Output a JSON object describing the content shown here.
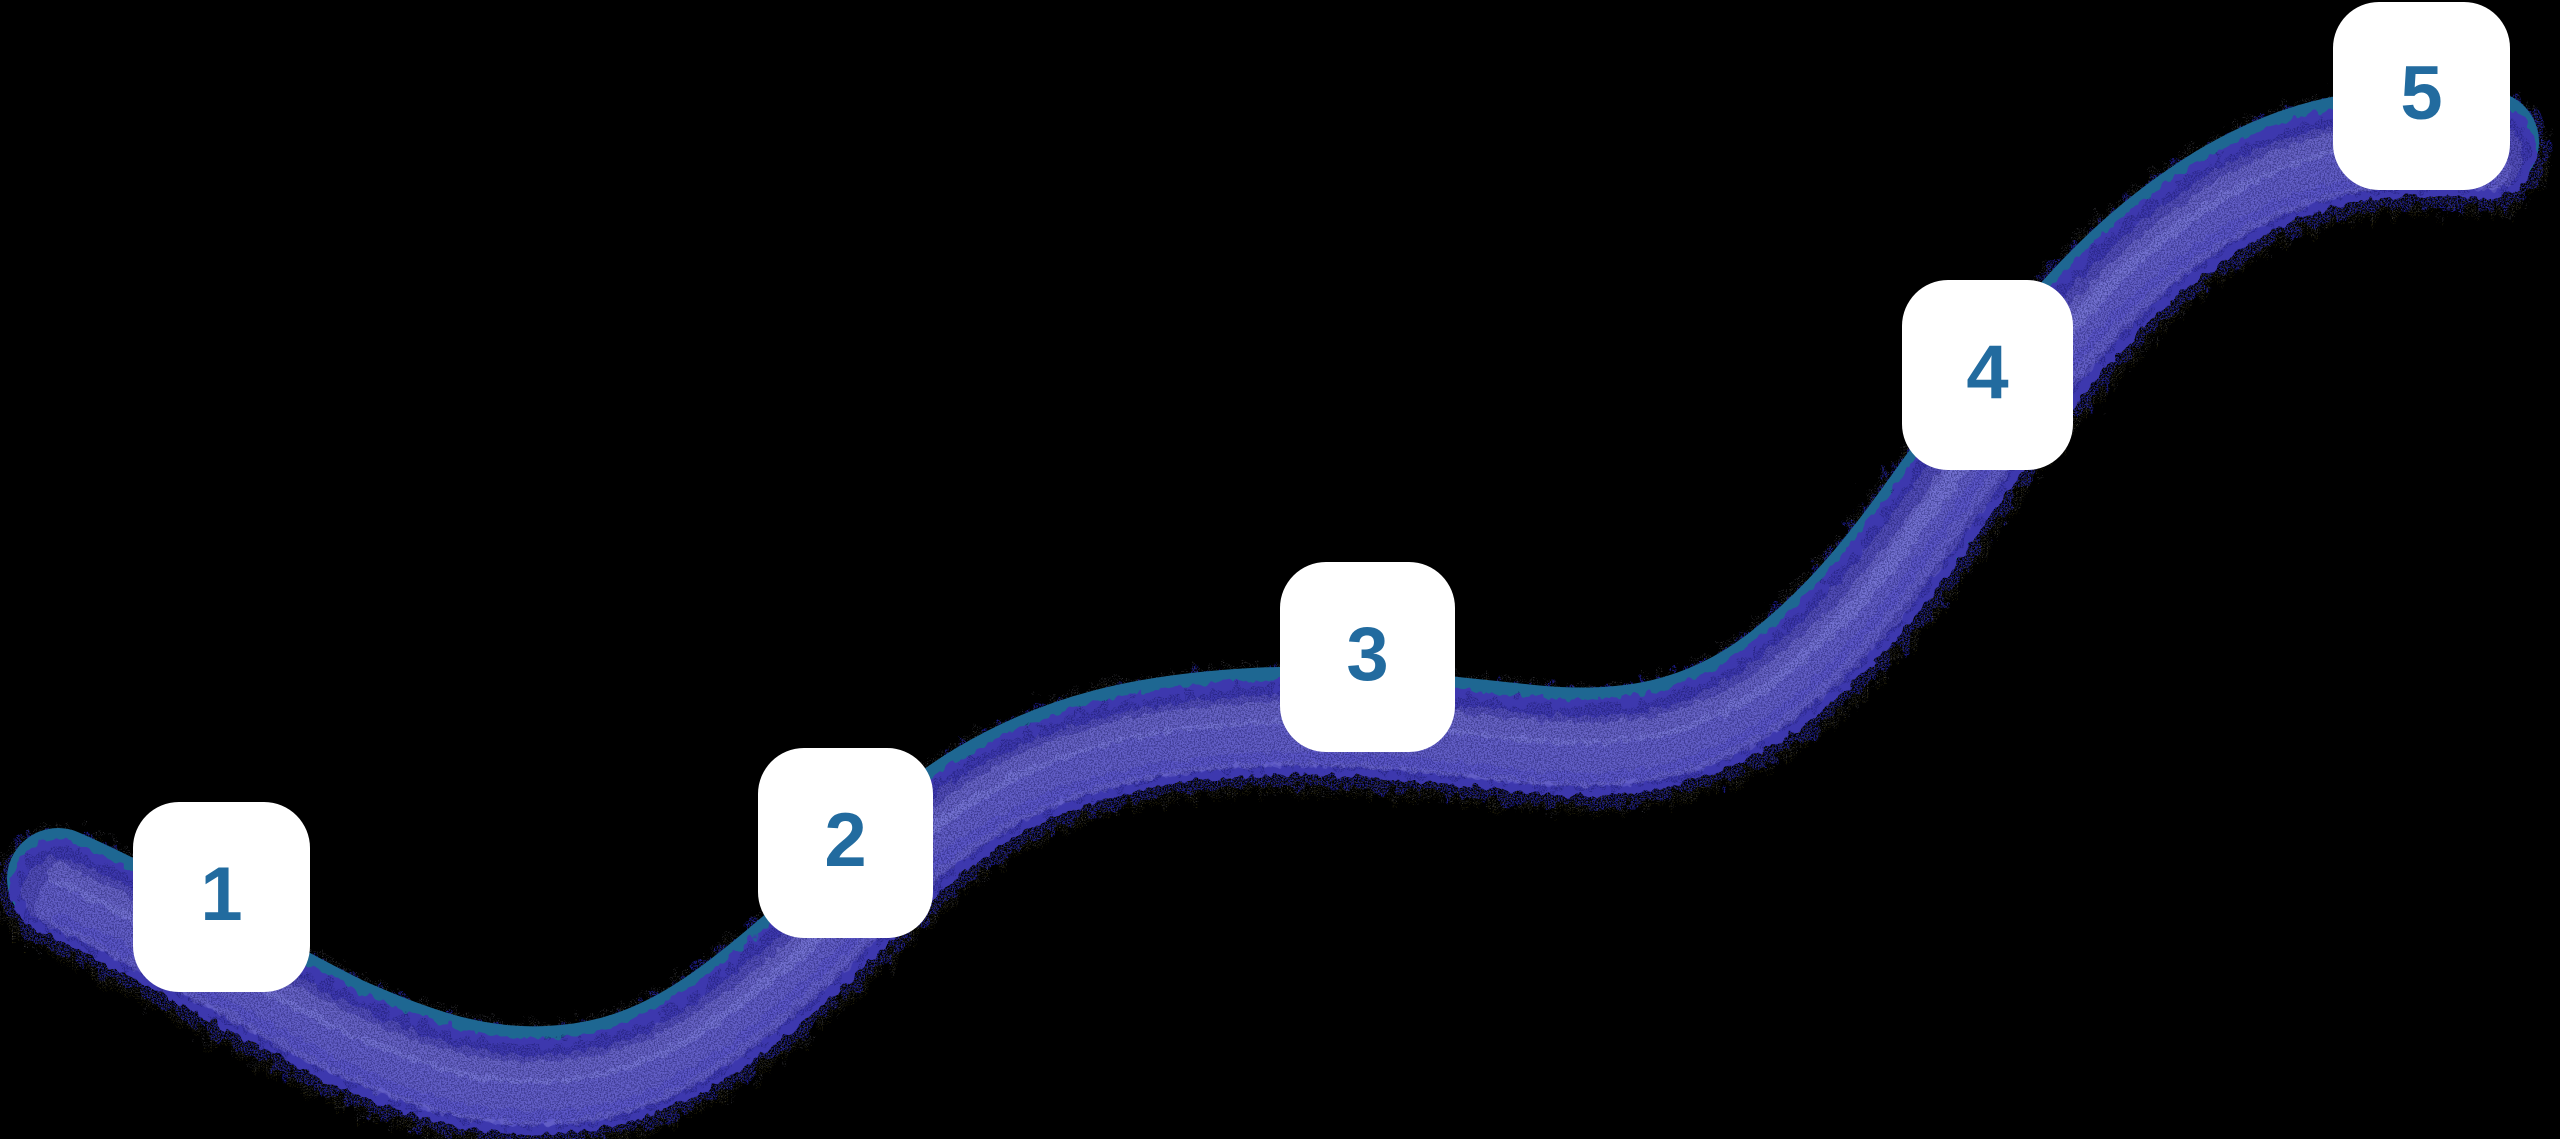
{
  "steps": [
    {
      "label": "1"
    },
    {
      "label": "2"
    },
    {
      "label": "3"
    },
    {
      "label": "4"
    },
    {
      "label": "5"
    }
  ],
  "colors": {
    "background": "#000000",
    "path_body": "#3e38ae",
    "path_edge": "#1e6792",
    "card_bg": "#ffffff",
    "step_number": "#226b9f"
  }
}
